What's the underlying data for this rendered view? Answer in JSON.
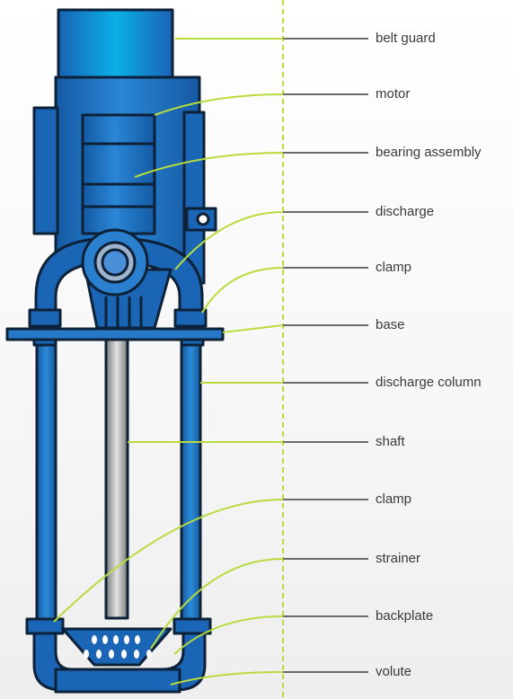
{
  "colors": {
    "pump_blue": "#1e6fc3",
    "pump_outline": "#0d2238",
    "shaft_gray": "#a9a9a9",
    "leader_green": "#b8dc3c",
    "leader_gray": "#6b6b6b"
  },
  "labels": [
    {
      "id": "belt-guard",
      "text": "belt guard"
    },
    {
      "id": "motor",
      "text": "motor"
    },
    {
      "id": "bearing-assembly",
      "text": "bearing assembly"
    },
    {
      "id": "discharge",
      "text": "discharge"
    },
    {
      "id": "clamp-upper",
      "text": "clamp"
    },
    {
      "id": "base",
      "text": "base"
    },
    {
      "id": "discharge-column",
      "text": "discharge column"
    },
    {
      "id": "shaft",
      "text": "shaft"
    },
    {
      "id": "clamp-lower",
      "text": "clamp"
    },
    {
      "id": "strainer",
      "text": "strainer"
    },
    {
      "id": "backplate",
      "text": "backplate"
    },
    {
      "id": "volute",
      "text": "volute"
    }
  ]
}
